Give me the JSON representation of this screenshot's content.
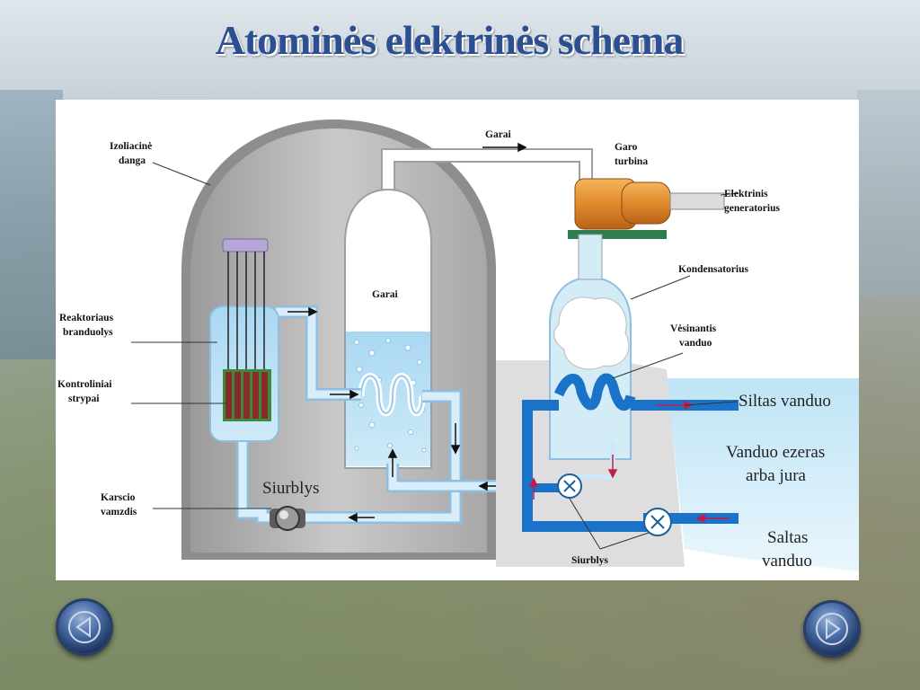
{
  "slide": {
    "title": "Atominės elektrinės schema"
  },
  "diagram": {
    "labels": {
      "izoliacine_danga": [
        "Izoliacinė",
        "danga"
      ],
      "reaktoriaus_branduolys": [
        "Reaktoriaus",
        "branduolys"
      ],
      "kontroliniai_strypai": [
        "Kontroliniai",
        "strypai"
      ],
      "karscio_vamzdis": [
        "Karscio",
        "vamzdis"
      ],
      "siurblys_main": "Siurblys",
      "garai_top": "Garai",
      "garai_tank": "Garai",
      "garo_turbina": [
        "Garo",
        "turbina"
      ],
      "elektrinis_generatorius": [
        "Elektrinis",
        "generatorius"
      ],
      "kondensatorius": "Kondensatorius",
      "vesinantis_vanduo": [
        "Vėsinantis",
        "vanduo"
      ],
      "siltas_vanduo": "Siltas vanduo",
      "vanduo_ezeras": [
        "Vanduo ezeras",
        "arba jura"
      ],
      "saltas_vanduo": [
        "Saltas",
        "vanduo"
      ],
      "siurblys_cooling": "Siurblys"
    }
  },
  "nav": {
    "prev_icon": "previous-icon",
    "next_icon": "next-icon"
  }
}
